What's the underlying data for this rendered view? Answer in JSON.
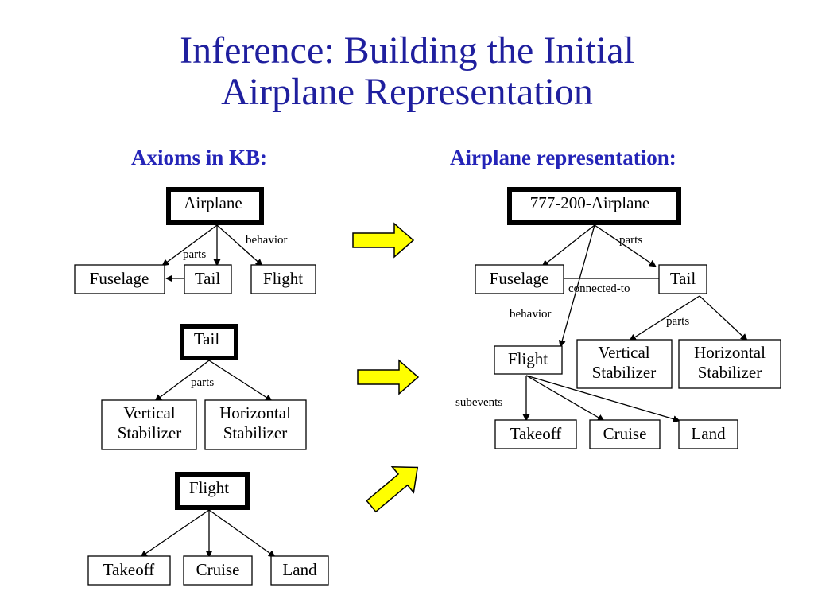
{
  "slide": {
    "title_line1": "Inference: Building the Initial",
    "title_line2": "Airplane Representation",
    "heading_left": "Axioms in KB:",
    "heading_right": "Airplane representation:"
  },
  "colors": {
    "title": "#1f1f9e",
    "heading": "#2424b8",
    "arrow_fill": "#ffff00"
  },
  "kb_axioms": [
    {
      "root": "Airplane",
      "children": [
        "Fuselage",
        "Tail",
        "Flight"
      ],
      "edge_labels": {
        "parts": "parts",
        "behavior": "behavior"
      }
    },
    {
      "root": "Tail",
      "children": [
        [
          "Vertical",
          "Stabilizer"
        ],
        [
          "Horizontal",
          "Stabilizer"
        ]
      ],
      "edge_labels": {
        "parts": "parts"
      }
    },
    {
      "root": "Flight",
      "children": [
        "Takeoff",
        "Cruise",
        "Land"
      ]
    }
  ],
  "representation": {
    "root": "777-200-Airplane",
    "nodes": {
      "fuselage": "Fuselage",
      "tail": "Tail",
      "flight": "Flight",
      "vertical": [
        "Vertical",
        "Stabilizer"
      ],
      "horizontal": [
        "Horizontal",
        "Stabilizer"
      ],
      "takeoff": "Takeoff",
      "cruise": "Cruise",
      "land": "Land"
    },
    "edge_labels": {
      "parts": "parts",
      "connected_to": "connected-to",
      "behavior": "behavior",
      "tail_parts": "parts",
      "subevents": "subevents"
    }
  }
}
